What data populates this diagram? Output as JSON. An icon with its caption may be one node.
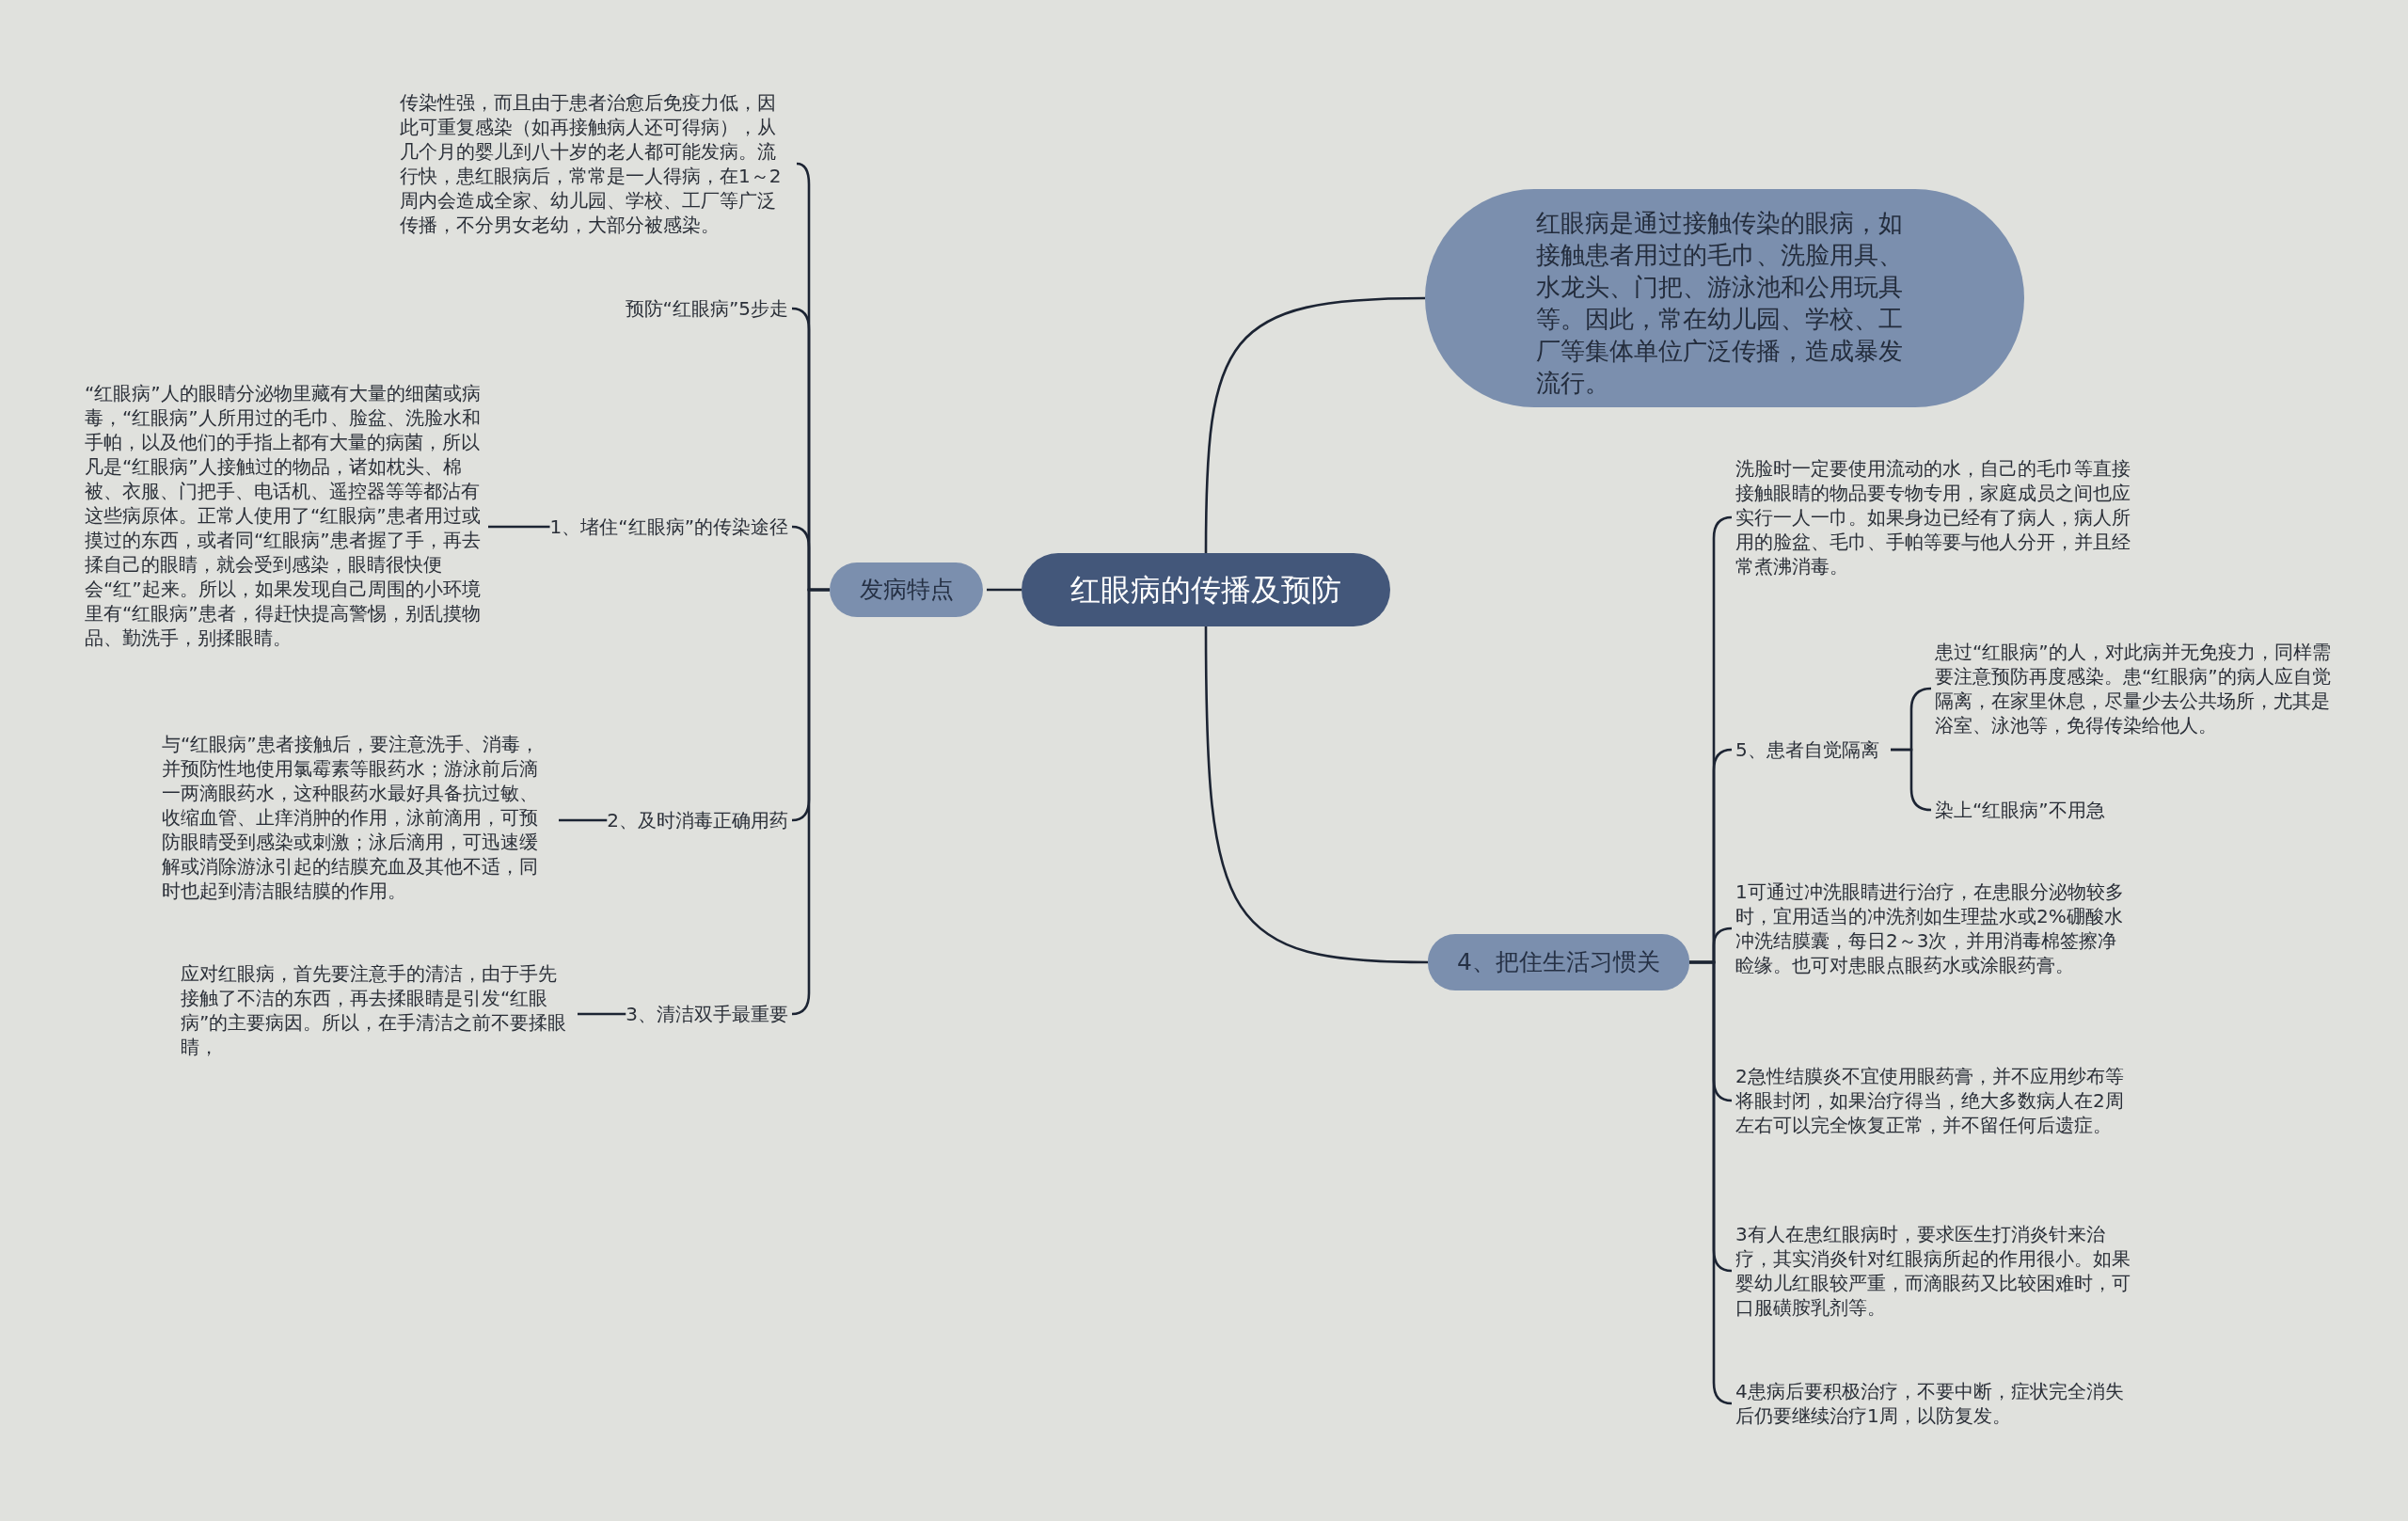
{
  "diagram": {
    "nodes": [
      {
        "text": [
          "红眼病的传播及预防"
        ]
      },
      {
        "text": [
          "发病特点"
        ]
      },
      {
        "text": [
          "红眼病是通过接触传染的眼病，如接触患者用过的毛巾、洗脸用具、水龙头、门把、游泳池和公用玩具等。因此，常在幼儿园、学校、工厂等集体单位广泛传播，造成暴发流行。"
        ]
      },
      {
        "text": [
          "4、把住生活习惯关"
        ]
      },
      {
        "text": [
          "传染性强，而且由于患者治愈后免疫力低，因此可重复感染（如再接触病人还可得病），从几个月的婴儿到八十岁的老人都可能发病。流行快，患红眼病后，常常是一人得病，在1～2周内会造成全家、幼儿园、学校、工厂等广泛传播，不分男女老幼，大部分被感染。"
        ]
      },
      {
        "text": [
          "预防“红眼病”5步走"
        ]
      },
      {
        "text": [
          "1、堵住“红眼病”的传染途径"
        ]
      },
      {
        "text": [
          "“红眼病”人的眼睛分泌物里藏有大量的细菌或病毒，“红眼病”人所用过的毛巾、脸盆、洗脸水和手帕，以及他们的手指上都有大量的病菌，所以凡是“红眼病”人接触过的物品，诸如枕头、棉被、衣服、门把手、电话机、遥控器等等都沾有这些病原体。正常人使用了“红眼病”患者用过或摸过的东西，或者同“红眼病”患者握了手，再去揉自己的眼睛，就会受到感染，眼睛很快便会“红”起来。所以，如果发现自己周围的小环境里有“红眼病”患者，得赶快提高警惕，别乱摸物品、勤洗手，别揉眼睛。"
        ]
      },
      {
        "text": [
          "2、及时消毒正确用药"
        ]
      },
      {
        "text": [
          "与“红眼病”患者接触后，要注意洗手、消毒，并预防性地使用氯霉素等眼药水；游泳前后滴一两滴眼药水，这种眼药水最好具备抗过敏、收缩血管、止痒消肿的作用，泳前滴用，可预防眼睛受到感染或刺激；泳后滴用，可迅速缓解或消除游泳引起的结膜充血及其他不适，同时也起到清洁眼结膜的作用。"
        ]
      },
      {
        "text": [
          "3、清洁双手最重要"
        ]
      },
      {
        "text": [
          "应对红眼病，首先要注意手的清洁，由于手先接触了不洁的东西，再去揉眼睛是引发“红眼病”的主要病因。所以，在手清洁之前不要揉眼睛，"
        ]
      },
      {
        "text": [
          "洗脸时一定要使用流动的水，自己的毛巾等直接接触眼睛的物品要专物专用，家庭成员之间也应实行一人一巾。如果身边已经有了病人，病人所用的脸盆、毛巾、手帕等要与他人分开，并且经常煮沸消毒。"
        ]
      },
      {
        "text": [
          "5、患者自觉隔离"
        ]
      },
      {
        "text": [
          "患过“红眼病”的人，对此病并无免疫力，同样需要注意预防再度感染。患“红眼病”的病人应自觉隔离，在家里休息，尽量少去公共场所，尤其是浴室、泳池等，免得传染给他人。"
        ]
      },
      {
        "text": [
          "染上“红眼病”不用急"
        ]
      },
      {
        "text": [
          "1可通过冲洗眼睛进行治疗，在患眼分泌物较多时，宜用适当的冲洗剂如生理盐水或2%硼酸水冲洗结膜囊，每日2～3次，并用消毒棉签擦净睑缘。也可对患眼点眼药水或涂眼药膏。"
        ]
      },
      {
        "text": [
          "2急性结膜炎不宜使用眼药膏，并不应用纱布等将眼封闭，如果治疗得当，绝大多数病人在2周左右可以完全恢复正常，并不留任何后遗症。"
        ]
      },
      {
        "text": [
          "3有人在患红眼病时，要求医生打消炎针来治疗，其实消炎针对红眼病所起的作用很小。如果婴幼儿红眼较严重，而滴眼药又比较困难时，可口服磺胺乳剂等。"
        ]
      },
      {
        "text": [
          "4患病后要积极治疗，不要中断，症状完全消失后仍要继续治疗1周，以防复发。"
        ]
      }
    ],
    "edges": [
      {
        "from": 0,
        "to": 1,
        "arrow": "none"
      },
      {
        "from": 0,
        "to": 2,
        "arrow": "none"
      },
      {
        "from": 0,
        "to": 3,
        "arrow": "none"
      },
      {
        "from": 1,
        "to": 4,
        "arrow": "none"
      },
      {
        "from": 1,
        "to": 5,
        "arrow": "none"
      },
      {
        "from": 1,
        "to": 6,
        "arrow": "none"
      },
      {
        "from": 6,
        "to": 7,
        "arrow": "none"
      },
      {
        "from": 1,
        "to": 8,
        "arrow": "none"
      },
      {
        "from": 8,
        "to": 9,
        "arrow": "none"
      },
      {
        "from": 1,
        "to": 10,
        "arrow": "none"
      },
      {
        "from": 10,
        "to": 11,
        "arrow": "none"
      },
      {
        "from": 3,
        "to": 12,
        "arrow": "none"
      },
      {
        "from": 3,
        "to": 13,
        "arrow": "none"
      },
      {
        "from": 13,
        "to": 14,
        "arrow": "none"
      },
      {
        "from": 13,
        "to": 15,
        "arrow": "none"
      },
      {
        "from": 3,
        "to": 16,
        "arrow": "none"
      },
      {
        "from": 3,
        "to": 17,
        "arrow": "none"
      },
      {
        "from": 3,
        "to": 18,
        "arrow": "none"
      },
      {
        "from": 3,
        "to": 19,
        "arrow": "none"
      }
    ]
  }
}
